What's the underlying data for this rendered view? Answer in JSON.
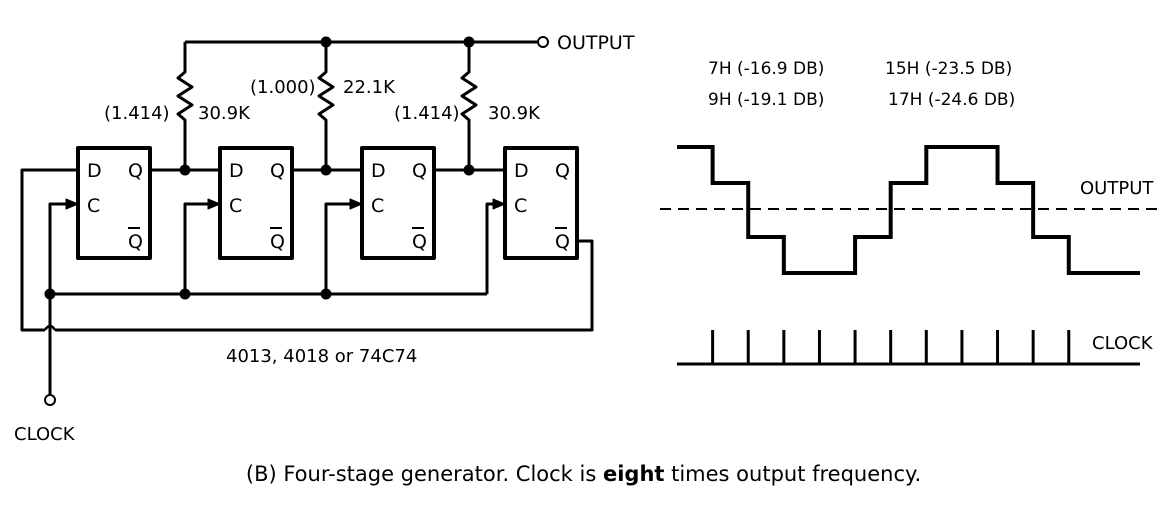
{
  "circuit": {
    "output_label": "OUTPUT",
    "clock_label": "CLOCK",
    "ic_label": "4013, 4018 or 74C74",
    "resistors": [
      {
        "ratio": "(1.414)",
        "value": "30.9K"
      },
      {
        "ratio": "(1.000)",
        "value": "22.1K"
      },
      {
        "ratio": "(1.414)",
        "value": "30.9K"
      }
    ],
    "flipflops": [
      {
        "d": "D",
        "q": "Q",
        "c": "C",
        "qbar": "Q"
      },
      {
        "d": "D",
        "q": "Q",
        "c": "C",
        "qbar": "Q"
      },
      {
        "d": "D",
        "q": "Q",
        "c": "C",
        "qbar": "Q"
      },
      {
        "d": "D",
        "q": "Q",
        "c": "C",
        "qbar": "Q"
      }
    ]
  },
  "harmonics": [
    {
      "label": "7H (-16.9 DB)"
    },
    {
      "label": "15H (-23.5 DB)"
    },
    {
      "label": "9H (-19.1 DB)"
    },
    {
      "label": "17H (-24.6 DB)"
    }
  ],
  "waveform": {
    "output_label": "OUTPUT",
    "clock_label": "CLOCK",
    "output_levels": [
      2,
      1,
      -1,
      -2,
      -2,
      -1,
      1,
      2,
      2,
      1,
      -1,
      -2,
      -2
    ],
    "clock_pulses": 11
  },
  "caption": {
    "prefix": "(B) Four-stage generator. Clock is ",
    "bold": "eight",
    "suffix": " times output frequency."
  }
}
